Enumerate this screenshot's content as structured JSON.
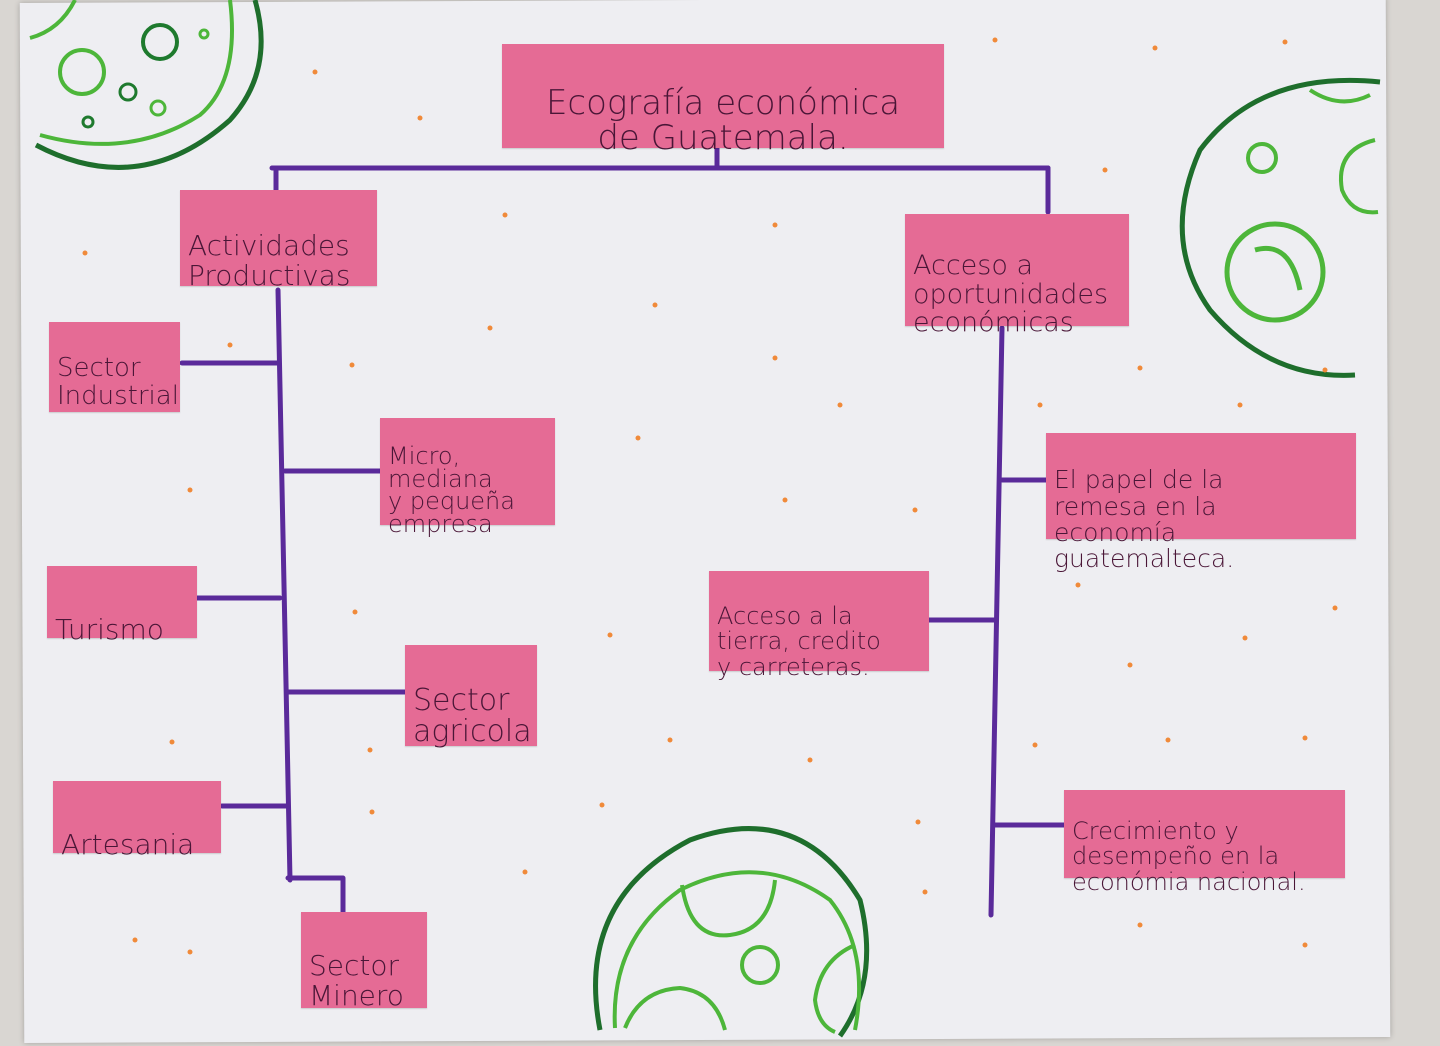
{
  "title": "Ecografía económica\nde Guatemala.",
  "branches": {
    "left": {
      "label": "Actividades\nProductivas",
      "children": {
        "sector_industrial": "Sector\nIndustrial",
        "micro_empresa": "Micro,\nmediana\ny pequeña\nempresa",
        "turismo": "Turismo",
        "sector_agricola": "Sector\nagricola",
        "artesania": "Artesania",
        "sector_minero": "Sector\nMinero"
      }
    },
    "right": {
      "label": "Acceso a\noportunidades\neconómicas",
      "children": {
        "remesa": "El papel de la\nremesa en la\neconomía guatemalteca.",
        "acceso_tierra": "Acceso a la\ntierra, credito\ny carreteras.",
        "crecimiento": "Crecimiento y\ndesempeño en la\neconómia nacional."
      }
    }
  },
  "colors": {
    "card": "#e56b95",
    "connector": "#5a2a9a",
    "planet_dark": "#1e7a2e",
    "planet_light": "#5fbf3c",
    "dots": "#f08a3a"
  }
}
